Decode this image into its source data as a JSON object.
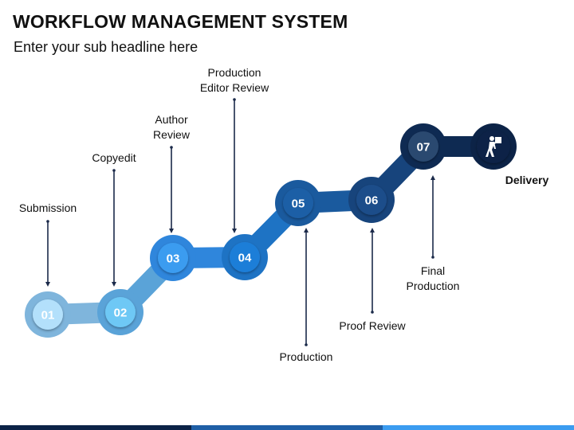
{
  "header": {
    "title": "WORKFLOW MANAGEMENT SYSTEM",
    "subtitle": "Enter your sub headline here"
  },
  "steps": [
    {
      "number": "01",
      "label": "Submission",
      "fill": "#b3e0fb",
      "chain": "#7fb5dc"
    },
    {
      "number": "02",
      "label": "Copyedit",
      "fill": "#6ec8f5",
      "chain": "#5aa3d8"
    },
    {
      "number": "03",
      "label": "Author\nReview",
      "fill": "#3b9cf0",
      "chain": "#2f86dc"
    },
    {
      "number": "04",
      "label": "Production\nEditor Review",
      "fill": "#1f7ed8",
      "chain": "#1e73c4"
    },
    {
      "number": "05",
      "label": "Production",
      "fill": "#1f5fa6",
      "chain": "#1a5a9e"
    },
    {
      "number": "06",
      "label": "Proof Review",
      "fill": "#1c4d8a",
      "chain": "#17447c"
    },
    {
      "number": "07",
      "label": "Final\nProduction",
      "fill": "#2c4a70",
      "chain": "#0e2a52"
    }
  ],
  "end": {
    "label": "Delivery",
    "icon": "delivery-person-icon",
    "fill": "#0c2347"
  },
  "colors": {
    "connector": "#1b2a4a",
    "number_text": "#ffffff"
  }
}
